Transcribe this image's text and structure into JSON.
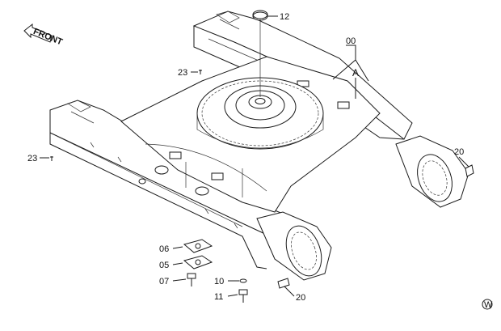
{
  "front_label": "FRONT",
  "watermark": "W",
  "parts": [
    {
      "id": "p12",
      "label": "12"
    },
    {
      "id": "p00",
      "label": "00"
    },
    {
      "id": "pA",
      "label": "A"
    },
    {
      "id": "p23a",
      "label": "23"
    },
    {
      "id": "p23b",
      "label": "23"
    },
    {
      "id": "p20a",
      "label": "20"
    },
    {
      "id": "p20b",
      "label": "20"
    },
    {
      "id": "p06",
      "label": "06"
    },
    {
      "id": "p05",
      "label": "05"
    },
    {
      "id": "p07",
      "label": "07"
    },
    {
      "id": "p10",
      "label": "10"
    },
    {
      "id": "p11",
      "label": "11"
    }
  ]
}
